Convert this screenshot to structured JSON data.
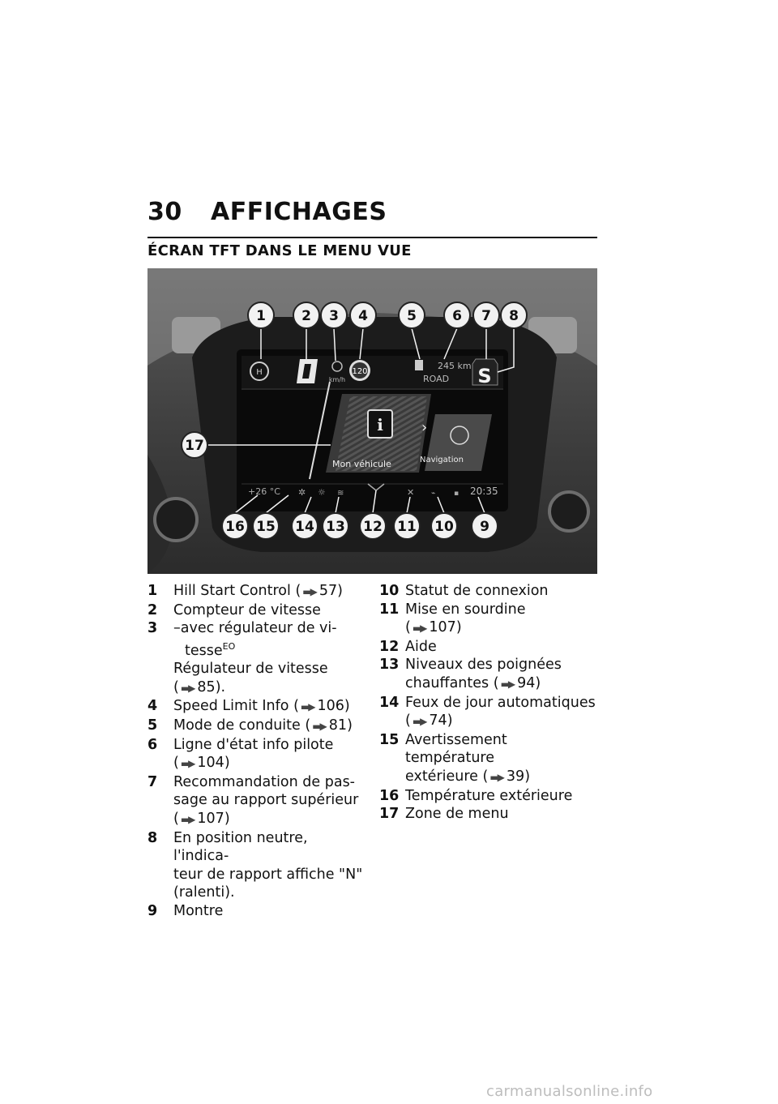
{
  "header": {
    "page_number": "30",
    "chapter_title": "AFFICHAGES"
  },
  "section": {
    "title": "ÉCRAN TFT DANS LE MENU VUE"
  },
  "figure": {
    "callouts": [
      "1",
      "2",
      "3",
      "4",
      "5",
      "6",
      "7",
      "8",
      "9",
      "10",
      "11",
      "12",
      "13",
      "14",
      "15",
      "16",
      "17"
    ],
    "screen": {
      "speed_limit": "120",
      "speed_unit": "km/h",
      "range": "245 km",
      "mode": "ROAD",
      "gear": "S",
      "menu_left": "Mon véhicule",
      "menu_right": "Navigation",
      "temperature": "+26 °C",
      "clock": "20:35"
    }
  },
  "legend_left": [
    {
      "n": "1",
      "text": "Hill Start Control",
      "ref": "57"
    },
    {
      "n": "2",
      "text": "Compteur de vitesse"
    },
    {
      "n": "3",
      "text": "–avec régulateur de vi-",
      "text2": "tesse",
      "sup": "EO",
      "text3": "Régulateur de vitesse",
      "ref": "85",
      "ref_suffix": "."
    },
    {
      "n": "4",
      "text": "Speed Limit Info",
      "ref": "106"
    },
    {
      "n": "5",
      "text": "Mode de conduite",
      "ref": "81"
    },
    {
      "n": "6",
      "text": "Ligne d'état info pilote",
      "ref": "104"
    },
    {
      "n": "7",
      "text": "Recommandation de pas-",
      "text2": "sage au rapport supérieur",
      "ref": "107"
    },
    {
      "n": "8",
      "text": "En position neutre, l'indica-",
      "text2": "teur de rapport affiche \"N\"",
      "text3": "(ralenti)."
    },
    {
      "n": "9",
      "text": "Montre"
    }
  ],
  "legend_right": [
    {
      "n": "10",
      "text": "Statut de connexion"
    },
    {
      "n": "11",
      "text": "Mise en sourdine",
      "ref": "107"
    },
    {
      "n": "12",
      "text": "Aide"
    },
    {
      "n": "13",
      "text": "Niveaux des poignées",
      "text2": "chauffantes",
      "ref": "94"
    },
    {
      "n": "14",
      "text": "Feux de jour automatiques",
      "ref": "74"
    },
    {
      "n": "15",
      "text": "Avertissement température",
      "text2": "extérieure",
      "ref": "39"
    },
    {
      "n": "16",
      "text": "Température extérieure"
    },
    {
      "n": "17",
      "text": "Zone de menu"
    }
  ],
  "footer": {
    "watermark": "carmanualsonline.info"
  }
}
